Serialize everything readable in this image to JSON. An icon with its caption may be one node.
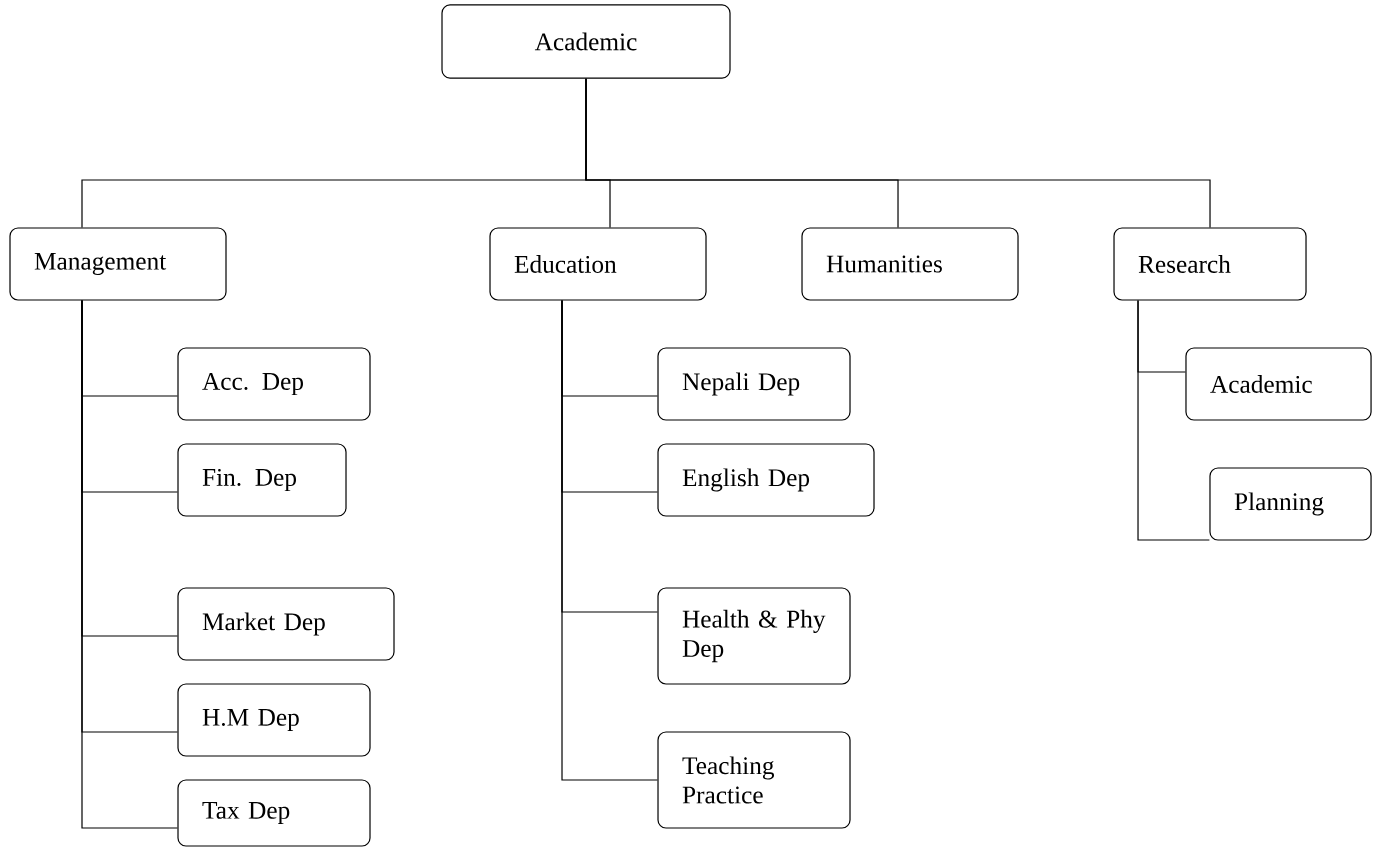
{
  "diagram": {
    "nodes": [
      {
        "text": [
          "Academic"
        ]
      },
      {
        "text": [
          "Management"
        ]
      },
      {
        "text": [
          "Education"
        ]
      },
      {
        "text": [
          "Humanities"
        ]
      },
      {
        "text": [
          "Research"
        ]
      },
      {
        "text": [
          "Acc. Dep"
        ]
      },
      {
        "text": [
          "Fin. Dep"
        ]
      },
      {
        "text": [
          "Market Dep"
        ]
      },
      {
        "text": [
          "H.M Dep"
        ]
      },
      {
        "text": [
          "Tax Dep"
        ]
      },
      {
        "text": [
          "Nepali Dep"
        ]
      },
      {
        "text": [
          "English Dep"
        ]
      },
      {
        "text": [
          "Health & Phy Dep"
        ]
      },
      {
        "text": [
          "Teaching Practice"
        ]
      },
      {
        "text": [
          "Academic"
        ]
      },
      {
        "text": [
          "Planning"
        ]
      }
    ],
    "edges": [
      {
        "from": 0,
        "to": 1,
        "arrow": "none"
      },
      {
        "from": 0,
        "to": 2,
        "arrow": "none"
      },
      {
        "from": 0,
        "to": 3,
        "arrow": "none"
      },
      {
        "from": 0,
        "to": 4,
        "arrow": "none"
      },
      {
        "from": 1,
        "to": 5,
        "arrow": "none"
      },
      {
        "from": 1,
        "to": 6,
        "arrow": "none"
      },
      {
        "from": 1,
        "to": 7,
        "arrow": "none"
      },
      {
        "from": 1,
        "to": 8,
        "arrow": "none"
      },
      {
        "from": 1,
        "to": 9,
        "arrow": "none"
      },
      {
        "from": 2,
        "to": 10,
        "arrow": "none"
      },
      {
        "from": 2,
        "to": 11,
        "arrow": "none"
      },
      {
        "from": 2,
        "to": 12,
        "arrow": "none"
      },
      {
        "from": 2,
        "to": 13,
        "arrow": "none"
      },
      {
        "from": 4,
        "to": 14,
        "arrow": "none"
      },
      {
        "from": 4,
        "to": 15,
        "arrow": "none"
      }
    ]
  }
}
